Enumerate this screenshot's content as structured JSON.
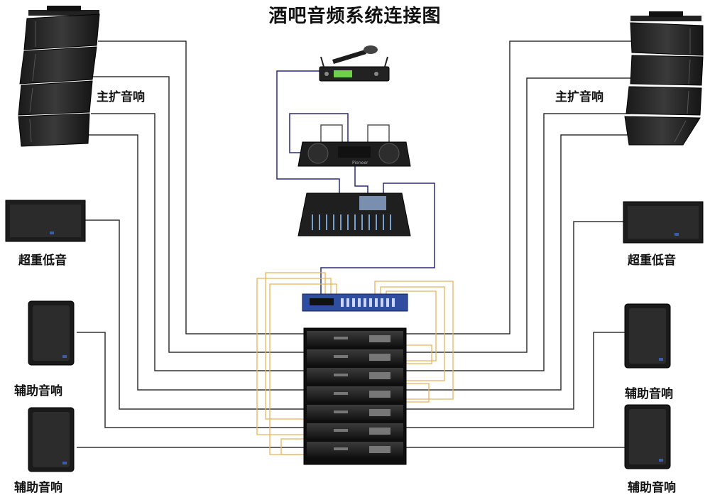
{
  "title": "酒吧音频系统连接图",
  "labels": {
    "main_left": "主扩音响",
    "main_right": "主扩音响",
    "sub_left": "超重低音",
    "sub_right": "超重低音",
    "aux_left_1": "辅助音响",
    "aux_left_2": "辅助音响",
    "aux_right_1": "辅助音响",
    "aux_right_2": "辅助音响"
  },
  "devices": {
    "dj_brand": "Pioneer"
  },
  "colors": {
    "speaker_cable": "#333333",
    "signal_cable": "#2a2a7a",
    "amp_link_cable": "#e8b45a"
  }
}
